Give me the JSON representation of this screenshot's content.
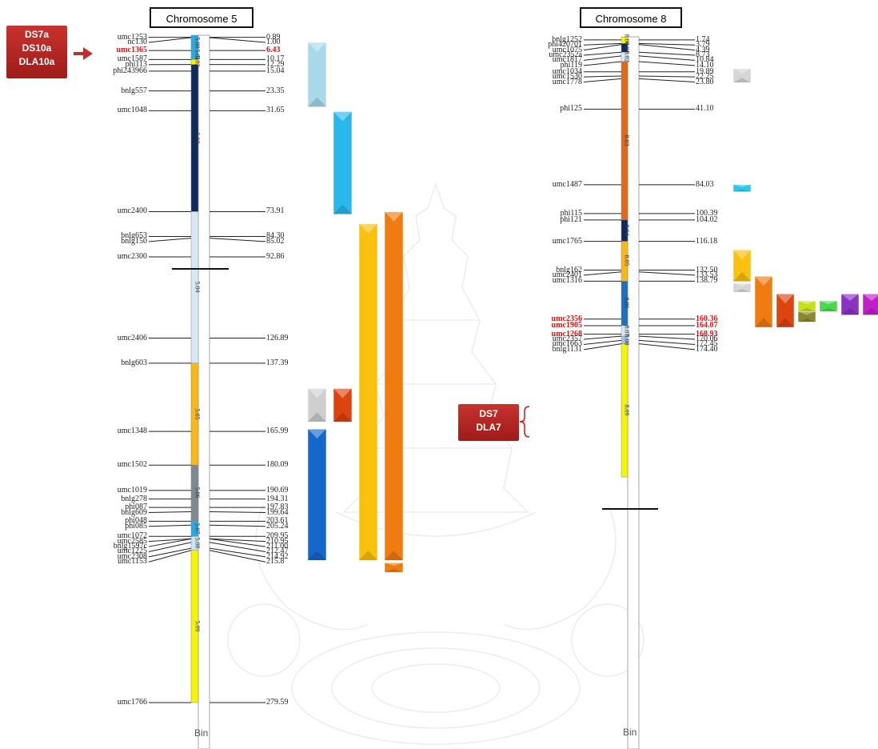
{
  "badges": [
    {
      "lines": [
        "DS7a",
        "DS10a",
        "DLA10a"
      ],
      "color": "#b52723"
    },
    {
      "lines": [
        "DS7",
        "DLA7"
      ],
      "color": "#b52723"
    }
  ],
  "chromosome5": {
    "title": "Chromosome 5",
    "bin_label": "Bin",
    "max_cm": 279.59,
    "bins": [
      {
        "name": "5.00",
        "from": 0,
        "to": 6.43,
        "color": "#29abe2"
      },
      {
        "name": "5.01",
        "from": 6.43,
        "to": 10.17,
        "color": "#29abe2"
      },
      {
        "name": "5.02",
        "from": 10.17,
        "to": 12.29,
        "color": "#f5f500"
      },
      {
        "name": "5.03",
        "from": 12.29,
        "to": 73.91,
        "color": "#102a5e"
      },
      {
        "name": "5.04",
        "from": 73.91,
        "to": 137.39,
        "color": "#d6eaf5"
      },
      {
        "name": "5.05",
        "from": 137.39,
        "to": 180.09,
        "color": "#fbb713"
      },
      {
        "name": "5.06",
        "from": 180.09,
        "to": 203.61,
        "color": "#808890"
      },
      {
        "name": "5.07",
        "from": 203.61,
        "to": 209.95,
        "color": "#29abe2"
      },
      {
        "name": "5.08",
        "from": 209.95,
        "to": 215.8,
        "color": "#c9e6f5"
      },
      {
        "name": "5.09",
        "from": 215.8,
        "to": 279.59,
        "color": "#f5f500"
      }
    ],
    "markers": [
      {
        "name": "umc1253",
        "pos": "0.89"
      },
      {
        "name": "nc130",
        "pos": "1.00"
      },
      {
        "name": "umc1365",
        "pos": "6.43",
        "highlight": true
      },
      {
        "name": "umc1587",
        "pos": "10.17"
      },
      {
        "name": "phi113",
        "pos": "12.29"
      },
      {
        "name": "phi243966",
        "pos": "15.04"
      },
      {
        "name": "bnlg557",
        "pos": "23.35"
      },
      {
        "name": "umc1048",
        "pos": "31.65"
      },
      {
        "name": "umc2400",
        "pos": "73.91"
      },
      {
        "name": "bnlg653",
        "pos": "84.30"
      },
      {
        "name": "bnlg150",
        "pos": "85.02"
      },
      {
        "name": "umc2300",
        "pos": "92.86"
      },
      {
        "name": "umc2406",
        "pos": "126.89"
      },
      {
        "name": "bnlg603",
        "pos": "137.39"
      },
      {
        "name": "umc1348",
        "pos": "165.99"
      },
      {
        "name": "umc1502",
        "pos": "180.09"
      },
      {
        "name": "umc1019",
        "pos": "190.69"
      },
      {
        "name": "bnlg278",
        "pos": "194.31"
      },
      {
        "name": "phi087",
        "pos": "197.83"
      },
      {
        "name": "bnlg609",
        "pos": "199.64"
      },
      {
        "name": "phi048",
        "pos": "203.61"
      },
      {
        "name": "phi085",
        "pos": "205.24"
      },
      {
        "name": "umc1072",
        "pos": "209.95"
      },
      {
        "name": "umc2585",
        "pos": "210.95"
      },
      {
        "name": "bnlg1597c",
        "pos": "211.00"
      },
      {
        "name": "umc1225",
        "pos": "212.47"
      },
      {
        "name": "umc2308",
        "pos": "214.92"
      },
      {
        "name": "umc1153",
        "pos": "215.8"
      },
      {
        "name": "umc1766",
        "pos": "279.59"
      }
    ],
    "qtl_bars": [
      {
        "from": 3.0,
        "to": 30.0,
        "color": "#a8d9ea",
        "col": 0
      },
      {
        "from": 32.0,
        "to": 75.0,
        "color": "#29b8ec",
        "col": 1
      },
      {
        "from": 79.0,
        "to": 220.0,
        "color": "#fcc10e",
        "col": 2
      },
      {
        "from": 74.0,
        "to": 220.0,
        "color": "#f07b10",
        "col": 3
      },
      {
        "from": 221.0,
        "to": 225.0,
        "color": "#f07b10",
        "col": 3
      },
      {
        "from": 148.0,
        "to": 162.0,
        "color": "#cfcfcf",
        "col": 0
      },
      {
        "from": 148.0,
        "to": 162.0,
        "color": "#de4410",
        "col": 1
      },
      {
        "from": 165.0,
        "to": 220.0,
        "color": "#1468cc",
        "col": 0
      }
    ]
  },
  "chromosome8": {
    "title": "Chromosome 8",
    "bin_label": "Bin",
    "max_cm": 250.0,
    "bins": [
      {
        "name": "8.00",
        "from": 0,
        "to": 3.79,
        "color": "#f5f500"
      },
      {
        "name": "8.01",
        "from": 3.79,
        "to": 8.73,
        "color": "#102a5e"
      },
      {
        "name": "8.02",
        "from": 8.73,
        "to": 14.1,
        "color": "#d6eaf5"
      },
      {
        "name": "8.03",
        "from": 14.1,
        "to": 104.02,
        "color": "#e06a1a"
      },
      {
        "name": "8.04",
        "from": 104.02,
        "to": 116.18,
        "color": "#102a5e"
      },
      {
        "name": "8.05",
        "from": 116.18,
        "to": 138.79,
        "color": "#fbb713"
      },
      {
        "name": "8.06",
        "from": 138.79,
        "to": 164.07,
        "color": "#1f6fbf"
      },
      {
        "name": "8.07",
        "from": 164.07,
        "to": 170.06,
        "color": "#d6eaf5"
      },
      {
        "name": "8.08",
        "from": 170.06,
        "to": 174.4,
        "color": "#a0c4ec"
      },
      {
        "name": "8.09",
        "from": 174.4,
        "to": 250.0,
        "color": "#f5f500"
      }
    ],
    "markers": [
      {
        "name": "bnlg1252",
        "pos": "1.74"
      },
      {
        "name": "phi420701",
        "pos": "3.79"
      },
      {
        "name": "umc1075",
        "pos": "4.39"
      },
      {
        "name": "umc2352a",
        "pos": "8.73"
      },
      {
        "name": "umc1817",
        "pos": "10.84"
      },
      {
        "name": "phi119",
        "pos": "14.10"
      },
      {
        "name": "umc1034",
        "pos": "19.89"
      },
      {
        "name": "umc1530",
        "pos": "22.25"
      },
      {
        "name": "umc1778",
        "pos": "23.80"
      },
      {
        "name": "phi125",
        "pos": "41.10"
      },
      {
        "name": "umc1487",
        "pos": "84.03"
      },
      {
        "name": "phi115",
        "pos": "100.39"
      },
      {
        "name": "phi121",
        "pos": "104.02"
      },
      {
        "name": "umc1765",
        "pos": "116.18"
      },
      {
        "name": "bnlg162",
        "pos": "132.50"
      },
      {
        "name": "umc2401",
        "pos": "133.53"
      },
      {
        "name": "umc1316",
        "pos": "138.79"
      },
      {
        "name": "umc2356",
        "pos": "160.36",
        "highlight": true
      },
      {
        "name": "umc1905",
        "pos": "164.07",
        "highlight": true
      },
      {
        "name": "umc1268",
        "pos": "168.93",
        "highlight": true
      },
      {
        "name": "umc2357",
        "pos": "170.06"
      },
      {
        "name": "umc1663",
        "pos": "172.45"
      },
      {
        "name": "bnlg1131",
        "pos": "174.40"
      }
    ],
    "qtl_bars": [
      {
        "from": 18.0,
        "to": 26.0,
        "color": "#d6d6d6",
        "col": 0
      },
      {
        "from": 84.0,
        "to": 88.0,
        "color": "#29c8ef",
        "col": 0
      },
      {
        "from": 121.0,
        "to": 139.0,
        "color": "#fcc10e",
        "col": 0
      },
      {
        "from": 140.0,
        "to": 145.0,
        "color": "#d6d6d6",
        "col": 0
      },
      {
        "from": 136.0,
        "to": 165.0,
        "color": "#f07b10",
        "col": 1
      },
      {
        "from": 146.0,
        "to": 165.0,
        "color": "#de4410",
        "col": 2
      },
      {
        "from": 150.0,
        "to": 156.0,
        "color": "#c6e020",
        "col": 3
      },
      {
        "from": 156.0,
        "to": 162.0,
        "color": "#888830",
        "col": 3
      },
      {
        "from": 150.0,
        "to": 156.0,
        "color": "#4cd84c",
        "col": 4
      },
      {
        "from": 146.0,
        "to": 158.0,
        "color": "#8a32c2",
        "col": 5
      },
      {
        "from": 146.0,
        "to": 158.0,
        "color": "#c020c8",
        "col": 6
      }
    ]
  }
}
